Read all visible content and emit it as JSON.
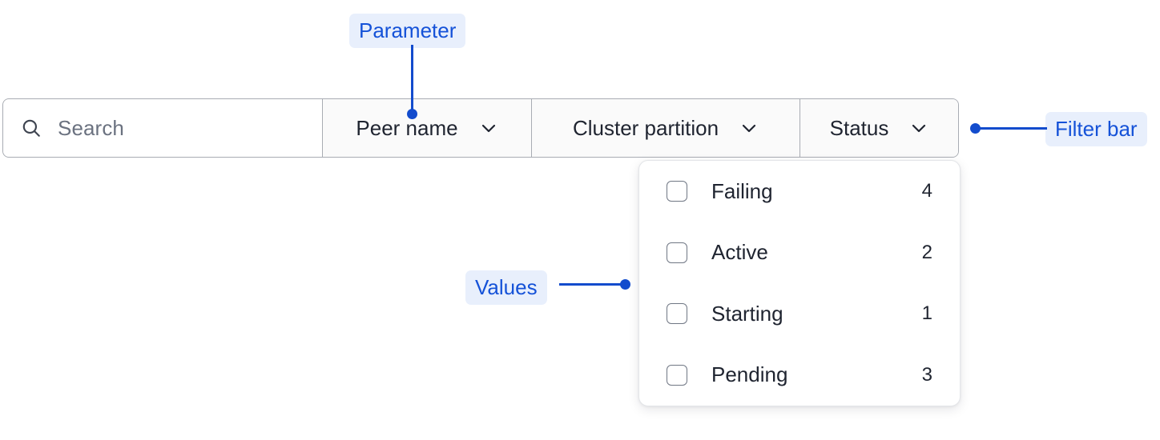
{
  "filter_bar": {
    "search": {
      "icon": "search-icon",
      "placeholder": "Search",
      "value": ""
    },
    "dropdowns": [
      {
        "label": "Peer name",
        "icon": "chevron-down-icon"
      },
      {
        "label": "Cluster partition",
        "icon": "chevron-down-icon"
      },
      {
        "label": "Status",
        "icon": "chevron-down-icon"
      }
    ]
  },
  "dropdown_panel": {
    "open_for": "Status",
    "options": [
      {
        "label": "Failing",
        "count": "4",
        "checked": false
      },
      {
        "label": "Active",
        "count": "2",
        "checked": false
      },
      {
        "label": "Starting",
        "count": "1",
        "checked": false
      },
      {
        "label": "Pending",
        "count": "3",
        "checked": false
      }
    ]
  },
  "annotations": {
    "parameter": "Parameter",
    "filter_bar": "Filter bar",
    "values": "Values"
  },
  "colors": {
    "annotation_text": "#1552d8",
    "annotation_bg": "#e8effc",
    "connector": "#134ccd",
    "border": "#a8acb3",
    "text": "#1f2430",
    "placeholder": "#6b7280",
    "cell_bg": "#fafafa",
    "panel_bg": "#ffffff"
  }
}
